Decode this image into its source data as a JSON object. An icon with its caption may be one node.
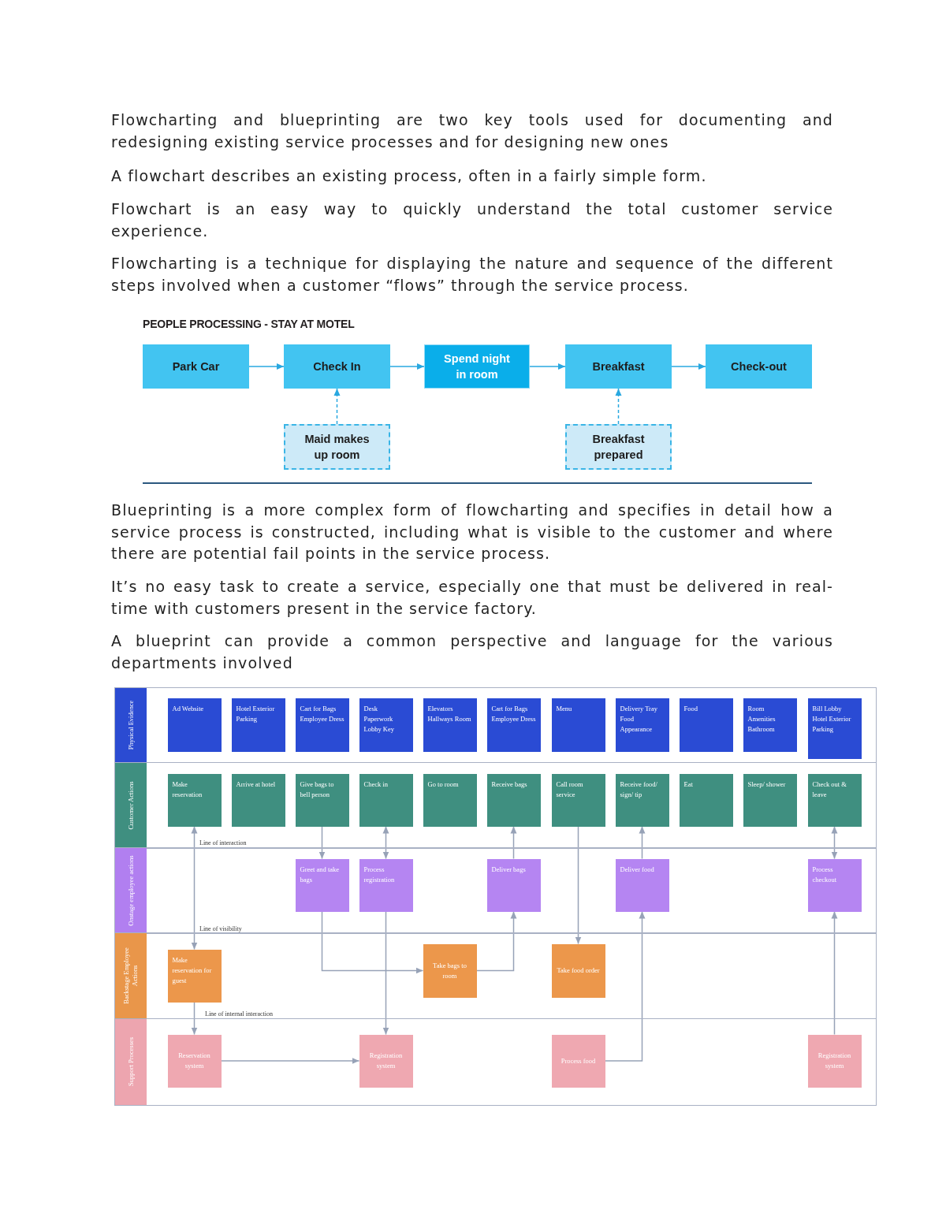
{
  "diagram": {
    "nodes": [
      {
        "text": [
          "Park Car"
        ]
      },
      {
        "text": [
          "Check In"
        ]
      },
      {
        "text": [
          "Spend night in room"
        ]
      },
      {
        "text": [
          "Breakfast"
        ]
      },
      {
        "text": [
          "Check-out"
        ]
      },
      {
        "text": [
          "Maid makes up room"
        ]
      },
      {
        "text": [
          "Breakfast prepared"
        ]
      },
      {
        "text": [
          "Physical Evidence"
        ]
      },
      {
        "text": [
          "Ad Website"
        ],
        "in": 7
      },
      {
        "text": [
          "Hotel Exterior Parking"
        ],
        "in": 7
      },
      {
        "text": [
          "Cart for Bags Employee Dress"
        ],
        "in": 7
      },
      {
        "text": [
          "Desk Paperwork Lobby Key"
        ],
        "in": 7
      },
      {
        "text": [
          "Elevators Hallways Room"
        ],
        "in": 7
      },
      {
        "text": [
          "Cart for Bags Employee Dress"
        ],
        "in": 7
      },
      {
        "text": [
          "Menu"
        ],
        "in": 7
      },
      {
        "text": [
          "Delivery Tray Food Appearance"
        ],
        "in": 7
      },
      {
        "text": [
          "Food"
        ],
        "in": 7
      },
      {
        "text": [
          "Room Amenities Bathroom"
        ],
        "in": 7
      },
      {
        "text": [
          "Bill Lobby Hotel Exterior Parking"
        ],
        "in": 7
      },
      {
        "text": [
          "Customer Actions"
        ]
      },
      {
        "text": [
          "Make reservation"
        ],
        "in": 19
      },
      {
        "text": [
          "Arrive at hotel"
        ],
        "in": 19
      },
      {
        "text": [
          "Give bags to bell person"
        ],
        "in": 19
      },
      {
        "text": [
          "Check in"
        ],
        "in": 19
      },
      {
        "text": [
          "Go to room"
        ],
        "in": 19
      },
      {
        "text": [
          "Receive bags"
        ],
        "in": 19
      },
      {
        "text": [
          "Call room service"
        ],
        "in": 19
      },
      {
        "text": [
          "Receive food/ sign/ tip"
        ],
        "in": 19
      },
      {
        "text": [
          "Eat"
        ],
        "in": 19
      },
      {
        "text": [
          "Sleep/ shower"
        ],
        "in": 19
      },
      {
        "text": [
          "Check out & leave"
        ],
        "in": 19
      },
      {
        "text": [
          "Onstage employee actions"
        ]
      },
      {
        "text": [
          "Greet and take bags"
        ],
        "in": 31
      },
      {
        "text": [
          "Process registration"
        ],
        "in": 31
      },
      {
        "text": [
          "Deliver bags"
        ],
        "in": 31
      },
      {
        "text": [
          "Deliver food"
        ],
        "in": 31
      },
      {
        "text": [
          "Process checkout"
        ],
        "in": 31
      },
      {
        "text": [
          "Backstage Employee Actions"
        ]
      },
      {
        "text": [
          "Make reservation for guest"
        ],
        "in": 37
      },
      {
        "text": [
          "Take bags to room"
        ],
        "in": 37
      },
      {
        "text": [
          "Take food order"
        ],
        "in": 37
      },
      {
        "text": [
          "Support Processes"
        ]
      },
      {
        "text": [
          "Reservation system"
        ],
        "in": 41
      },
      {
        "text": [
          "Registration system"
        ],
        "in": 41
      },
      {
        "text": [
          "Process food"
        ],
        "in": 41
      },
      {
        "text": [
          "Registration system"
        ],
        "in": 41
      }
    ],
    "edges": [
      {
        "from": 0,
        "to": 1,
        "arrow": "to",
        "color": "#29a8e0"
      },
      {
        "from": 1,
        "to": 2,
        "arrow": "to",
        "color": "#29a8e0"
      },
      {
        "from": 2,
        "to": 3,
        "arrow": "to",
        "color": "#29a8e0"
      },
      {
        "from": 3,
        "to": 4,
        "arrow": "to",
        "color": "#29a8e0"
      },
      {
        "from": 5,
        "to": 1,
        "arrow": "to",
        "style": "dashed",
        "color": "#29a8e0"
      },
      {
        "from": 6,
        "to": 3,
        "arrow": "to",
        "style": "dashed",
        "color": "#29a8e0"
      },
      {
        "from": 20,
        "to": 38,
        "arrow": "both"
      },
      {
        "from": 38,
        "to": 42,
        "arrow": "to"
      },
      {
        "from": 42,
        "to": 43,
        "arrow": "to"
      },
      {
        "from": 22,
        "to": 32,
        "arrow": "to"
      },
      {
        "from": 32,
        "to": 39,
        "arrow": "to"
      },
      {
        "from": 39,
        "to": 34,
        "arrow": "to"
      },
      {
        "from": 34,
        "to": 25,
        "arrow": "to"
      },
      {
        "from": 23,
        "to": 33,
        "arrow": "both"
      },
      {
        "from": 33,
        "to": 43,
        "arrow": "to"
      },
      {
        "from": 26,
        "to": 40,
        "arrow": "to"
      },
      {
        "from": 44,
        "to": 35,
        "arrow": "to"
      },
      {
        "from": 35,
        "to": 27,
        "arrow": "to"
      },
      {
        "from": 30,
        "to": 36,
        "arrow": "both"
      },
      {
        "from": 45,
        "to": 36,
        "arrow": "to"
      }
    ],
    "labels": [
      "Flowcharting and blueprinting are two key tools used for documenting and redesigning existing service processes and for designing new ones",
      "A flowchart describes an existing process, often in a fairly simple form.",
      "Flowchart is an easy way to quickly understand the total customer service experience.",
      "Flowcharting is a technique for displaying the nature and sequence of the different steps involved when a customer “flows” through the service process.",
      "PEOPLE PROCESSING - STAY AT MOTEL",
      "Blueprinting is a more complex form of flowcharting and specifies in detail how a service process is constructed, including what is visible to the customer and where there are potential fail points in the service process.",
      "It’s no easy task to create a service, especially one that must be delivered in real-time with customers present in the service factory.",
      "A blueprint can provide a common perspective and language for the various departments involved",
      "Line of interaction",
      "Line of visibility",
      "Line of internal interaction"
    ]
  }
}
